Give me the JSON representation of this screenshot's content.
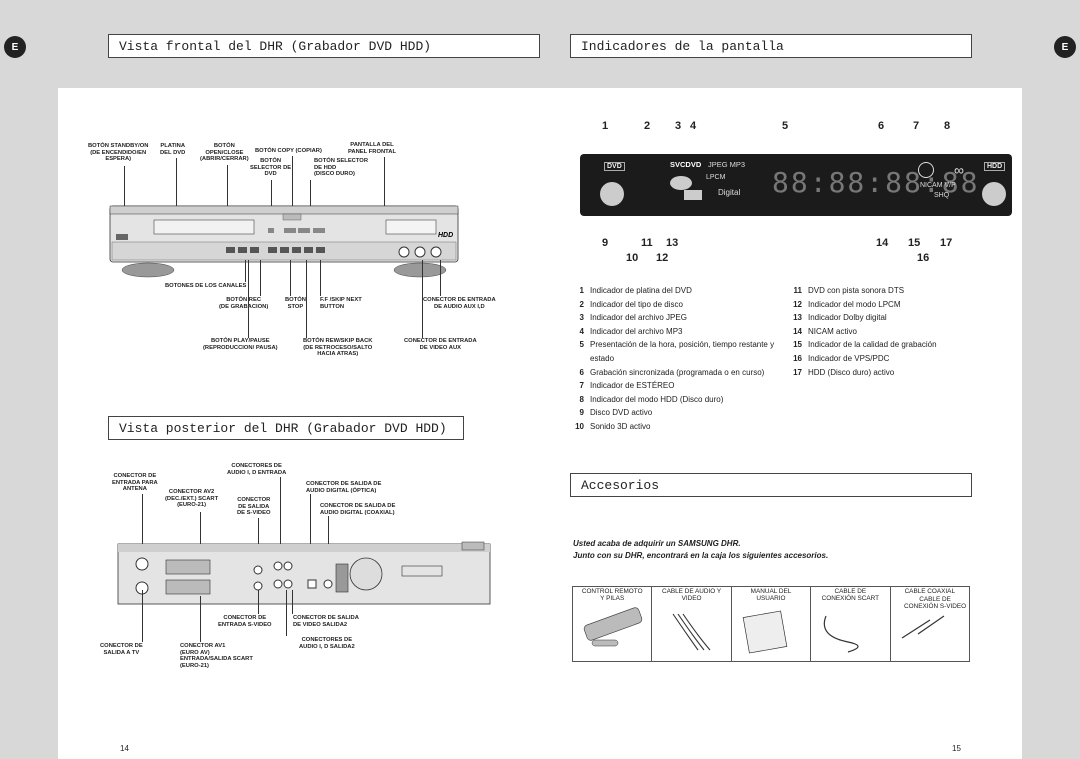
{
  "badge": "E",
  "left": {
    "title_front": "Vista frontal del DHR (Grabador DVD HDD)",
    "title_rear": "Vista posterior del DHR (Grabador DVD HDD)",
    "page_number": "14",
    "front_labels": {
      "standby": "BOTÓN STANDBY/ON\n(DE ENCENDIDO/EN\nESPERA)",
      "platina": "PLATINA\nDEL DVD",
      "open": "BOTÓN\nOPEN/CLOSE\n(ABRIR/CERRAR)",
      "copy": "BOTÓN COPY (COPIAR)",
      "pantalla": "PANTALLA DEL\nPANEL FRONTAL",
      "selector": "BOTÓN\nSELECTOR DE\nDVD",
      "selector_hdd": "BOTÓN SELECTOR\nDE HDD\n(DISCO DURO)",
      "canales": "BOTONES DE LOS CANALES",
      "rec": "BOTÓN REC\n(DE GRABACION)",
      "stop": "BOTÓN\nSTOP",
      "ff": "F.F /SKIP NEXT\nBUTTON",
      "aux": "CONECTOR DE ENTRADA\nDE AUDIO AUX I,D",
      "play": "BOTÓN PLAY/PAUSE\n(REPRODUCCION/ PAUSA)",
      "rew": "BOTÓN REW/SKIP BACK\n(DE RETROCESO/SALTO\nHACIA ATRAS)",
      "video_aux": "CONECTOR DE ENTRADA\nDE VIDEO AUX"
    },
    "rear_labels": {
      "antena": "CONECTOR DE\nENTRADA PARA\nANTENA",
      "av2": "CONECTOR AV2\n(DEC./EXT.) SCART\n(EURO-21)",
      "audio_in": "CONECTORES DE\nAUDIO I, D ENTRADA",
      "svideo_out": "CONECTOR\nDE SALIDA\nDE S-VIDEO",
      "optica": "CONECTOR DE SALIDA DE\nAUDIO DIGITAL (ÓPTICA)",
      "coaxial": "CONECTOR DE SALIDA DE\nAUDIO DIGITAL (COAXIAL)",
      "svideo_in": "CONECTOR DE\nENTRADA S-VIDEO",
      "video_salida2": "CONECTOR DE SALIDA\nDE VIDEO SALIDA2",
      "salida_tv": "CONECTOR DE\nSALIDA A TV",
      "av1": "CONECTOR AV1\n(EURO AV)\nENTRADA/SALIDA SCART\n(EURO-21)",
      "audio_salida2": "CONECTORES DE\nAUDIO I, D SALIDA2"
    }
  },
  "right": {
    "title_display": "Indicadores de la pantalla",
    "title_acc": "Accesorios",
    "page_number": "15",
    "top_numbers": [
      "1",
      "2",
      "3",
      "4",
      "5",
      "6",
      "7",
      "8"
    ],
    "bottom_numbers_a": [
      "9",
      "11",
      "13",
      "14",
      "15",
      "17"
    ],
    "bottom_numbers_b": [
      "10",
      "12",
      "16"
    ],
    "display_text": {
      "dvd": "DVD",
      "svcdvd": "SVCDVD",
      "jpeg": "JPEG MP3",
      "lpcm": "LPCM",
      "digital": "Digital",
      "hdd": "HDD",
      "nicam": "NICAM V/P",
      "shq": "SHQ",
      "digits": "88:88:88:88"
    },
    "legend_left": [
      {
        "n": "1",
        "t": "Indicador de platina del DVD"
      },
      {
        "n": "2",
        "t": "Indicador del tipo de disco"
      },
      {
        "n": "3",
        "t": "Indicador del archivo JPEG"
      },
      {
        "n": "4",
        "t": "Indicador del archivo MP3"
      },
      {
        "n": "5",
        "t": "Presentación de la hora, posición, tiempo restante y estado"
      },
      {
        "n": "6",
        "t": "Grabación sincronizada (programada o en curso)"
      },
      {
        "n": "7",
        "t": "Indicador de ESTÉREO"
      },
      {
        "n": "8",
        "t": "Indicador del modo HDD (Disco duro)"
      },
      {
        "n": "9",
        "t": "Disco DVD activo"
      },
      {
        "n": "10",
        "t": "Sonido 3D activo"
      }
    ],
    "legend_right": [
      {
        "n": "11",
        "t": "DVD con pista sonora DTS"
      },
      {
        "n": "12",
        "t": "Indicador del modo LPCM"
      },
      {
        "n": "13",
        "t": "Indicador Dolby digital"
      },
      {
        "n": "14",
        "t": "NICAM activo"
      },
      {
        "n": "15",
        "t": "Indicador de la calidad de grabación"
      },
      {
        "n": "16",
        "t": "Indicador de VPS/PDC"
      },
      {
        "n": "17",
        "t": "HDD (Disco duro) activo"
      }
    ],
    "acc_note1": "Usted acaba de adquirir un SAMSUNG DHR.",
    "acc_note2": "Junto con su DHR, encontrará en la caja los siguientes accesorios.",
    "accessories": [
      "CONTROL REMOTO\nY PILAS",
      "CABLE DE AUDIO Y\nVIDEO",
      "MANUAL DEL\nUSUARIO",
      "CABLE DE\nCONEXIÓN SCART",
      "CABLE COAXIAL",
      "CABLE DE\nCONEXIÓN S-VIDEO"
    ]
  }
}
